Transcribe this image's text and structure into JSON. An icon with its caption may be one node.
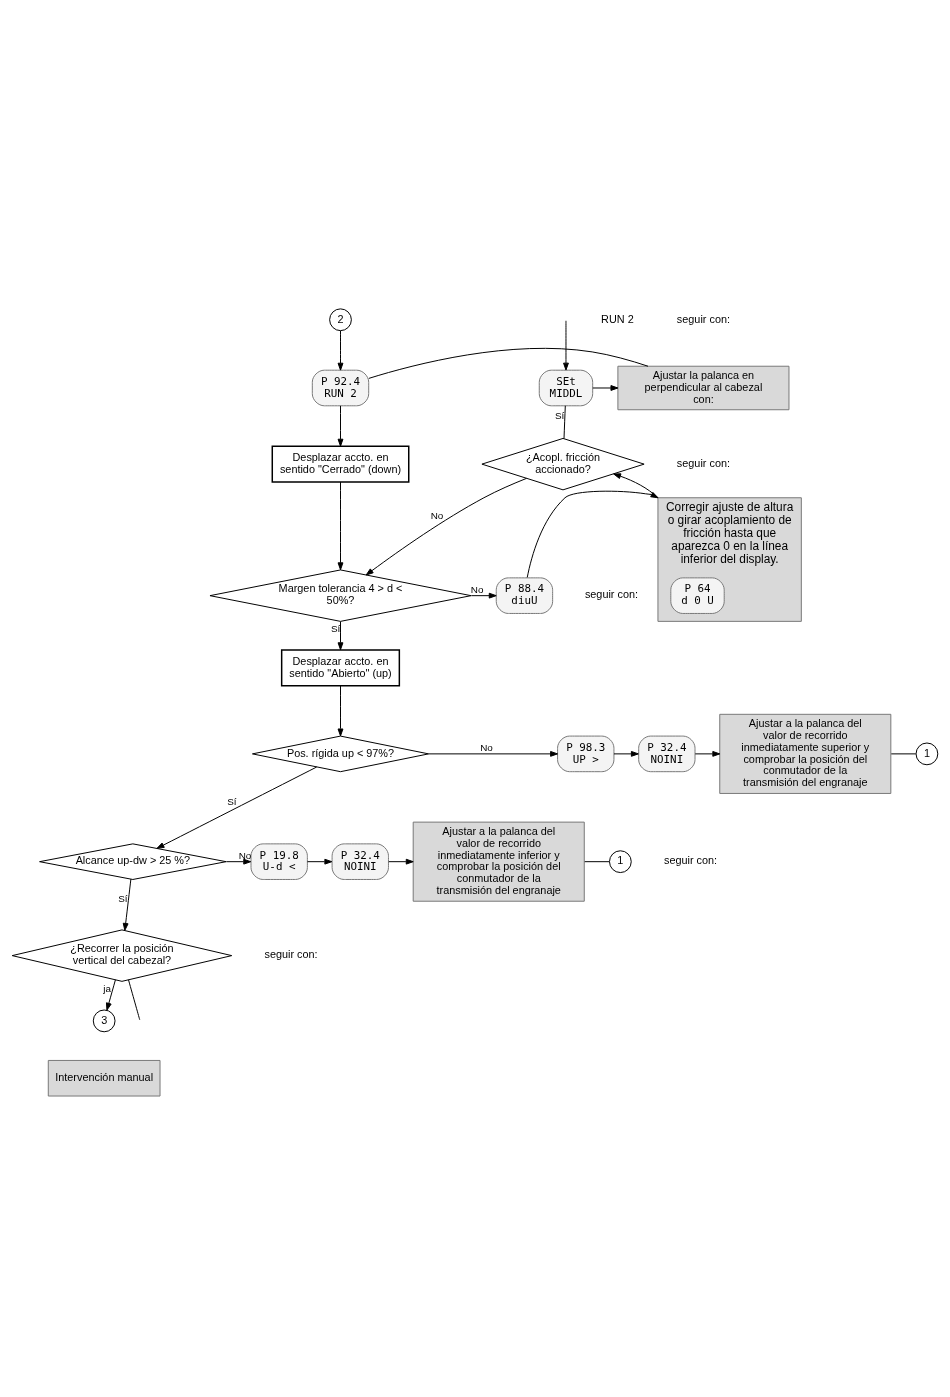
{
  "diagram": {
    "nodes": [
      {
        "text": [
          "2"
        ]
      },
      {
        "text": [
          "P 92.4",
          "RUN 2"
        ]
      },
      {
        "text": [
          "Ajustar la palanca en perpendicular al cabezal con:"
        ]
      },
      {
        "text": [
          "SEt",
          "MIDDL"
        ]
      },
      {
        "text": [
          "Desplazar accto. en sentido \"Cerrado\" (down)"
        ]
      },
      {
        "text": [
          "¿Acopl. fricción accionado?"
        ]
      },
      {
        "text": [
          "Margen tolerancia 4 > d < 50%?"
        ]
      },
      {
        "text": [
          "P 88.4",
          "diuU"
        ]
      },
      {
        "text": [
          "Corregir ajuste de altura o girar acoplamiento de fricción hasta que aparezca 0 en la línea inferior del display."
        ]
      },
      {
        "text": [
          "P 64",
          "d 0 U"
        ],
        "in": 8
      },
      {
        "text": [
          "Desplazar accto. en sentido \"Abierto\" (up)"
        ]
      },
      {
        "text": [
          "Pos. rígida up < 97%?"
        ]
      },
      {
        "text": [
          "P 98.3",
          "UP >"
        ]
      },
      {
        "text": [
          "P 32.4",
          "NOINI"
        ]
      },
      {
        "text": [
          "Ajustar a la palanca del valor de recorrido inmediatamente superior y comprobar la posición del conmutador de la transmisión del engranaje"
        ]
      },
      {
        "text": [
          "1"
        ]
      },
      {
        "text": [
          "Alcance up-dw > 25 %?"
        ]
      },
      {
        "text": [
          "P 19.8",
          "U-d <"
        ]
      },
      {
        "text": [
          "P 32.4",
          "NOINI"
        ]
      },
      {
        "text": [
          "Ajustar a la palanca del valor de recorrido inmediatamente inferior y comprobar la posición del conmutador de la transmisión del engranaje"
        ]
      },
      {
        "text": [
          "1"
        ]
      },
      {
        "text": [
          "¿Recorrer la posición vertical del cabezal?"
        ]
      },
      {
        "text": [
          "3"
        ]
      }
    ],
    "edges": [
      {
        "from": 0,
        "to": 1,
        "arrow": "to"
      },
      {
        "from": 2,
        "to": 1,
        "arrow": "none"
      },
      {
        "from": 3,
        "to": 2,
        "arrow": "to"
      },
      {
        "from": null,
        "to": 3,
        "arrow": "to"
      },
      {
        "from": 5,
        "to": 3,
        "arrow": "none",
        "label": "Sí"
      },
      {
        "from": 1,
        "to": 4,
        "arrow": "to"
      },
      {
        "from": 5,
        "to": 6,
        "arrow": "to",
        "label": "No"
      },
      {
        "from": 4,
        "to": 6,
        "arrow": "to"
      },
      {
        "from": 6,
        "to": 7,
        "arrow": "to",
        "label": "No"
      },
      {
        "from": 7,
        "to": 8,
        "arrow": "to"
      },
      {
        "from": 8,
        "to": 5,
        "arrow": "to"
      },
      {
        "from": 6,
        "to": 10,
        "arrow": "to",
        "label": "Sí"
      },
      {
        "from": 10,
        "to": 11,
        "arrow": "to"
      },
      {
        "from": 11,
        "to": 12,
        "arrow": "to",
        "label": "No"
      },
      {
        "from": 12,
        "to": 13,
        "arrow": "to"
      },
      {
        "from": 13,
        "to": 14,
        "arrow": "to"
      },
      {
        "from": 14,
        "to": 15,
        "arrow": "none"
      },
      {
        "from": 11,
        "to": 16,
        "arrow": "to",
        "label": "Sí"
      },
      {
        "from": 16,
        "to": 17,
        "arrow": "to",
        "label": "No"
      },
      {
        "from": 17,
        "to": 18,
        "arrow": "to"
      },
      {
        "from": 18,
        "to": 19,
        "arrow": "to"
      },
      {
        "from": 19,
        "to": 20,
        "arrow": "none"
      },
      {
        "from": 16,
        "to": 21,
        "arrow": "to",
        "label": "Sí"
      },
      {
        "from": 21,
        "to": null,
        "arrow": "none"
      },
      {
        "from": 21,
        "to": 22,
        "arrow": "to",
        "label": "ja"
      }
    ],
    "labels": [
      "seguir con:",
      "seguir con:",
      "seguir con:",
      "RUN 2",
      "seguir con:",
      "seguir con:"
    ],
    "legend": [
      {
        "text": "Intervención manual",
        "color": "#d9d9d9"
      }
    ]
  }
}
